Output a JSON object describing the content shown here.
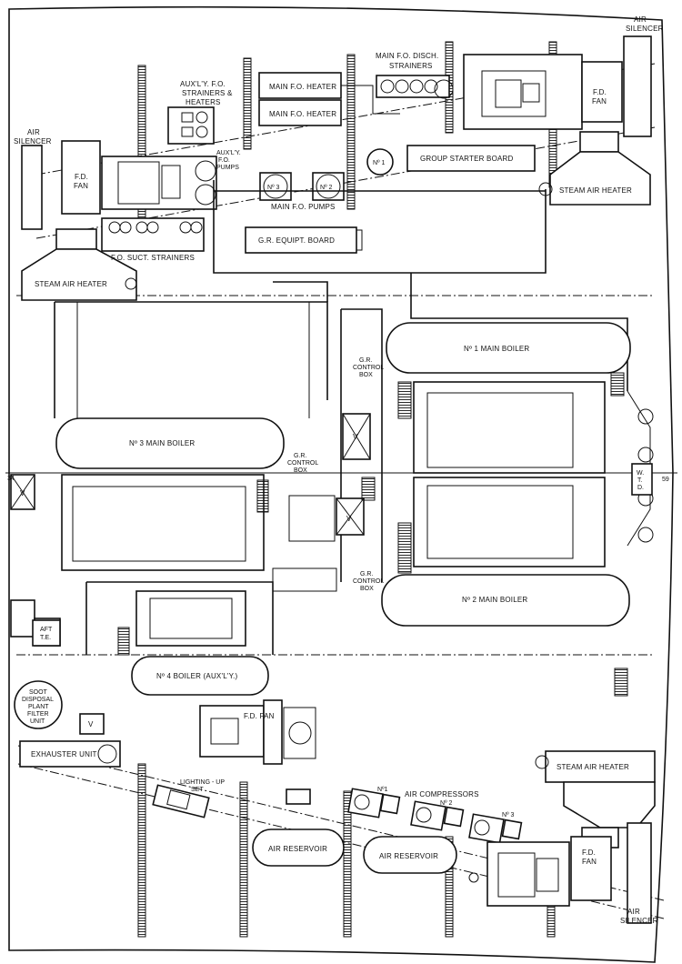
{
  "labels": {
    "main_fo_heater_1": "MAIN F.O. HEATER",
    "main_fo_heater_2": "MAIN F.O. HEATER",
    "main_fo_disch_1": "MAIN F.O. DISCH.",
    "main_fo_disch_2": "STRAINERS",
    "air_silencer_tr_1": "AIR",
    "air_silencer_tr_2": "SILENCER",
    "auxly_strainers_1": "AUX'L'Y. F.O.",
    "auxly_strainers_2": "STRAINERS &",
    "auxly_strainers_3": "HEATERS",
    "air_silencer_tl_1": "AIR",
    "air_silencer_tl_2": "SILENCER",
    "fd_fan_left_1": "F.D.",
    "fd_fan_left_2": "FAN",
    "fd_fan_top_1": "F.D.",
    "fd_fan_top_2": "FAN",
    "auxly_pumps_1": "AUX'L'Y.",
    "auxly_pumps_2": "F.O.",
    "auxly_pumps_3": "PUMPS",
    "pump_no1": "Nº 1",
    "pump_no2": "Nº 2",
    "pump_no3": "Nº 3",
    "main_fo_pumps": "MAIN F.O. PUMPS",
    "group_starter": "GROUP STARTER BOARD",
    "steam_air_heater_tr": "STEAM AIR HEATER",
    "gr_equipt_board": "G.R. EQUIPT. BOARD",
    "fo_suct_strainers": "F.O. SUCT. STRAINERS",
    "steam_air_heater_l": "STEAM AIR HEATER",
    "no1_main_boiler": "Nº 1 MAIN BOILER",
    "gr_control_1": "G.R.",
    "gr_control_2": "CONTROL",
    "gr_control_3": "BOX",
    "no3_main_boiler": "Nº 3 MAIN BOILER",
    "gr_control_mid_1": "G.R.",
    "gr_control_mid_2": "CONTROL",
    "gr_control_mid_3": "BOX",
    "v1": "V",
    "v2": "V",
    "v3": "V",
    "v4": "V",
    "frame_34": "34",
    "frame_59": "59",
    "wd_1": "W.",
    "wd_2": "T.",
    "wd_3": "D.",
    "gr_control_low_1": "G.R.",
    "gr_control_low_2": "CONTROL",
    "gr_control_low_3": "BOX",
    "no2_main_boiler": "Nº 2 MAIN BOILER",
    "aft_te_1": "AFT",
    "aft_te_2": "T.E.",
    "no4_boiler": "Nº 4 BOILER (AUX'L'Y.)",
    "soot_1": "SOOT",
    "soot_2": "DISPOSAL",
    "soot_3": "PLANT",
    "soot_4": "FILTER",
    "soot_5": "UNIT",
    "fd_fan_low": "F.D. FAN",
    "exhauster_unit": "EXHAUSTER UNIT",
    "steam_air_heater_br": "STEAM AIR HEATER",
    "lighting_up_1": "LIGHTING - UP",
    "lighting_up_2": "SET",
    "air_compressors": "AIR COMPRESSORS",
    "comp_no1": "Nº1",
    "comp_no2": "Nº 2",
    "comp_no3": "Nº 3",
    "air_reservoir_1": "AIR RESERVOIR",
    "air_reservoir_2": "AIR RESERVOIR",
    "fd_fan_br_1": "F.D.",
    "fd_fan_br_2": "FAN",
    "air_silencer_br_1": "AIR",
    "air_silencer_br_2": "SILENCER"
  }
}
